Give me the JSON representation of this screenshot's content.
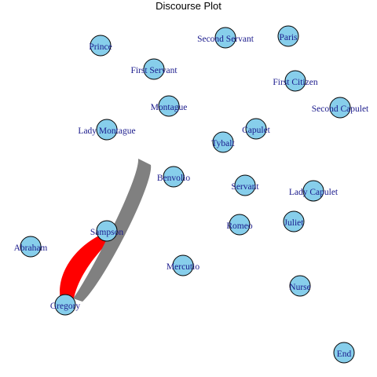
{
  "title": "Discourse Plot",
  "colors": {
    "node_fill": "#87CEEB",
    "node_stroke": "#000000",
    "label": "#1a1a8c",
    "edge_primary": "#FF0000",
    "edge_secondary": "#808080"
  },
  "nodes": [
    {
      "id": "prince",
      "label": "Prince"
    },
    {
      "id": "second-servant",
      "label": "Second Servant"
    },
    {
      "id": "paris",
      "label": "Paris"
    },
    {
      "id": "first-servant",
      "label": "First Servant"
    },
    {
      "id": "first-citizen",
      "label": "First Citizen"
    },
    {
      "id": "montague",
      "label": "Montague"
    },
    {
      "id": "second-capulet",
      "label": "Second Capulet"
    },
    {
      "id": "lady-montague",
      "label": "Lady Montague"
    },
    {
      "id": "capulet",
      "label": "Capulet"
    },
    {
      "id": "tybalt",
      "label": "Tybalt"
    },
    {
      "id": "benvolio",
      "label": "Benvolio"
    },
    {
      "id": "servant",
      "label": "Servant"
    },
    {
      "id": "lady-capulet",
      "label": "Lady Capulet"
    },
    {
      "id": "juliet",
      "label": "Juliet"
    },
    {
      "id": "romeo",
      "label": "Romeo"
    },
    {
      "id": "sampson",
      "label": "Sampson"
    },
    {
      "id": "abraham",
      "label": "Abraham"
    },
    {
      "id": "mercutio",
      "label": "Mercutio"
    },
    {
      "id": "nurse",
      "label": "Nurse"
    },
    {
      "id": "gregory",
      "label": "Gregory"
    },
    {
      "id": "end",
      "label": "End"
    }
  ],
  "edges": [
    {
      "from": "sampson",
      "to": "gregory",
      "color": "#FF0000"
    },
    {
      "from": "gregory",
      "to": "sampson",
      "color": "#808080"
    }
  ]
}
